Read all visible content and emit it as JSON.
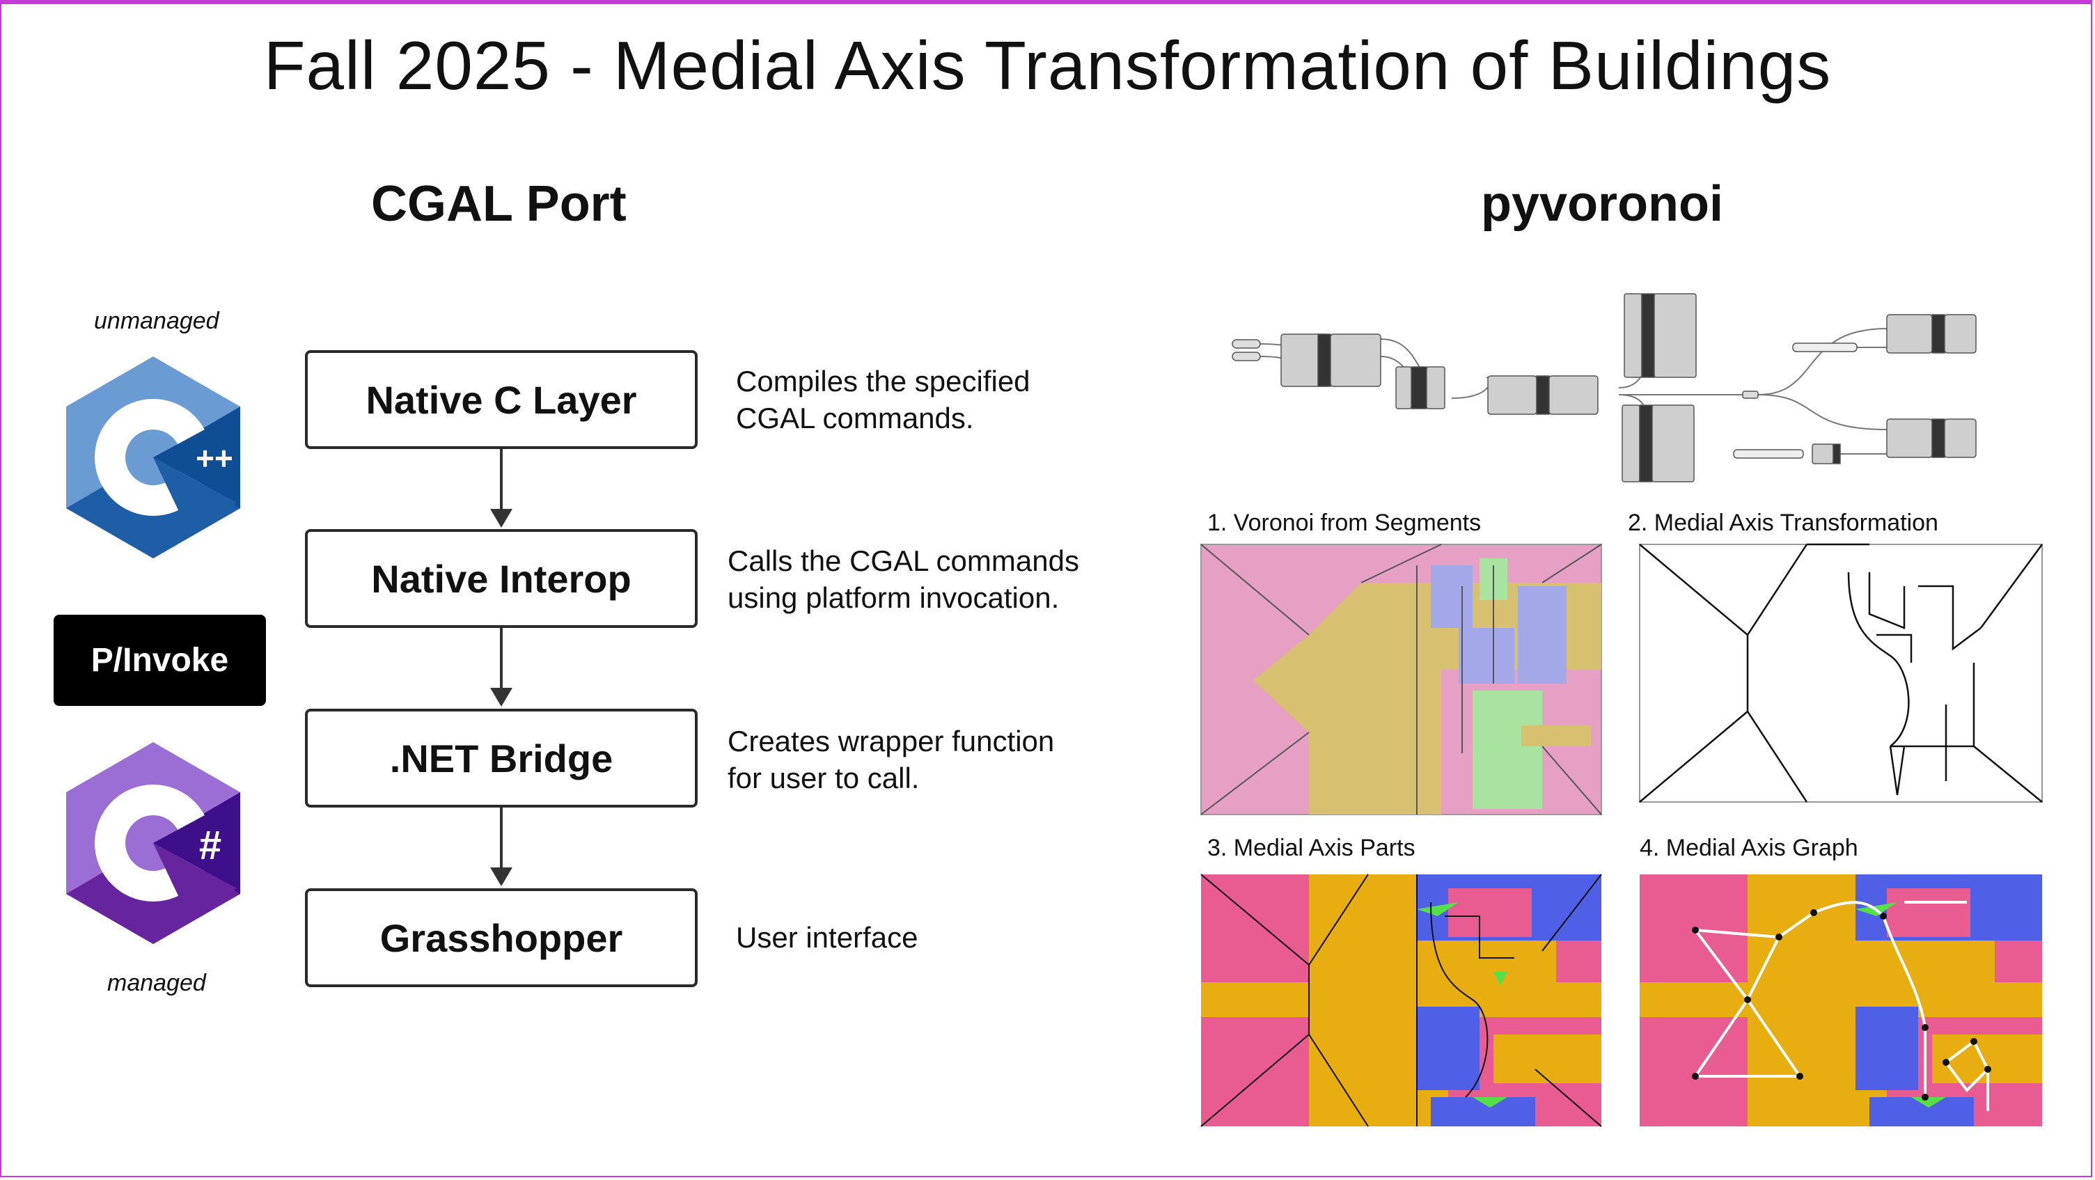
{
  "title": "Fall 2025 - Medial Axis Transformation of  Buildings",
  "left": {
    "heading": "CGAL Port",
    "unmanaged_label": "unmanaged",
    "managed_label": "managed",
    "pinvoke_label": "P/Invoke",
    "cpp_logo_text": "C++",
    "csharp_logo_text": "C#",
    "steps": [
      {
        "label": "Native C Layer",
        "description": "Compiles the specified\nCGAL commands."
      },
      {
        "label": "Native Interop",
        "description": "Calls the CGAL commands\nusing platform invocation."
      },
      {
        "label": ".NET Bridge",
        "description": "Creates wrapper function\nfor user to call."
      },
      {
        "label": "Grasshopper",
        "description": "User interface"
      }
    ]
  },
  "right": {
    "heading": "pyvoronoi",
    "panels": [
      {
        "caption": "1.    Voronoi from Segments"
      },
      {
        "caption": "2. Medial Axis Transformation"
      },
      {
        "caption": "3. Medial Axis Parts"
      },
      {
        "caption": "4. Medial Axis Graph"
      }
    ]
  },
  "colors": {
    "frame": "#c43bd6",
    "pink_light": "#e6a0c4",
    "tan": "#d7c06f",
    "green_light": "#a8e4a0",
    "lavender": "#a3a8e8",
    "magenta": "#e85c92",
    "orange": "#e8ad10",
    "blue": "#4f5fe6",
    "green": "#55e04a",
    "cpp_blue": "#6a9bd3",
    "csharp_purple": "#9b6ed6"
  }
}
